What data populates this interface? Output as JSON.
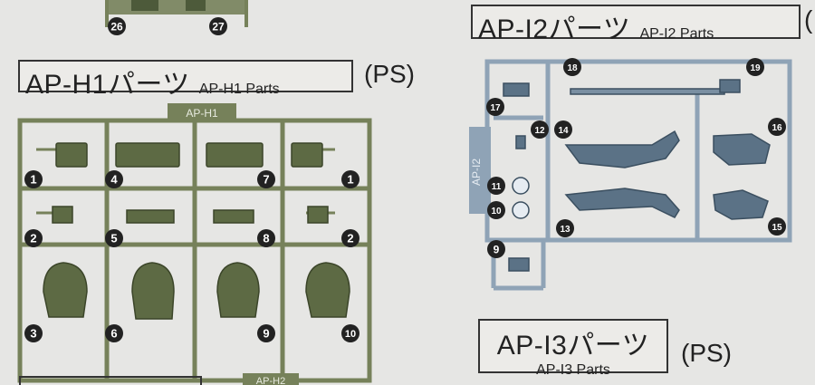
{
  "colors": {
    "green_sprue": "#76815a",
    "green_dark": "#4d5a3a",
    "blue_sprue": "#8fa3b6",
    "blue_dark": "#4a6072",
    "badge": "#222222"
  },
  "sections": {
    "h1": {
      "title": "AP-H1パーツ",
      "subtitle": "AP-H1 Parts",
      "suffix": "(PS)",
      "sprue_tag": "AP-H1",
      "numbers": {
        "n1a": "1",
        "n1b": "1",
        "n2a": "2",
        "n2b": "2",
        "n3": "3",
        "n4": "4",
        "n5": "5",
        "n6": "6",
        "n7": "7",
        "n8": "8",
        "n9": "9",
        "n10": "10"
      }
    },
    "i2": {
      "title": "AP-I2パーツ",
      "subtitle": "AP-I2 Parts",
      "suffix": "(",
      "sprue_tag": "AP-I2",
      "numbers": {
        "n9": "9",
        "n10": "10",
        "n11": "11",
        "n12": "12",
        "n13": "13",
        "n14": "14",
        "n15": "15",
        "n16": "16",
        "n17": "17",
        "n18": "18",
        "n19": "19"
      }
    },
    "i3": {
      "title": "AP-I3パーツ",
      "subtitle": "AP-I3 Parts",
      "suffix": "(PS)"
    },
    "top": {
      "numbers": {
        "n26": "26",
        "n27": "27"
      },
      "h2_tag": "AP-H2"
    }
  }
}
